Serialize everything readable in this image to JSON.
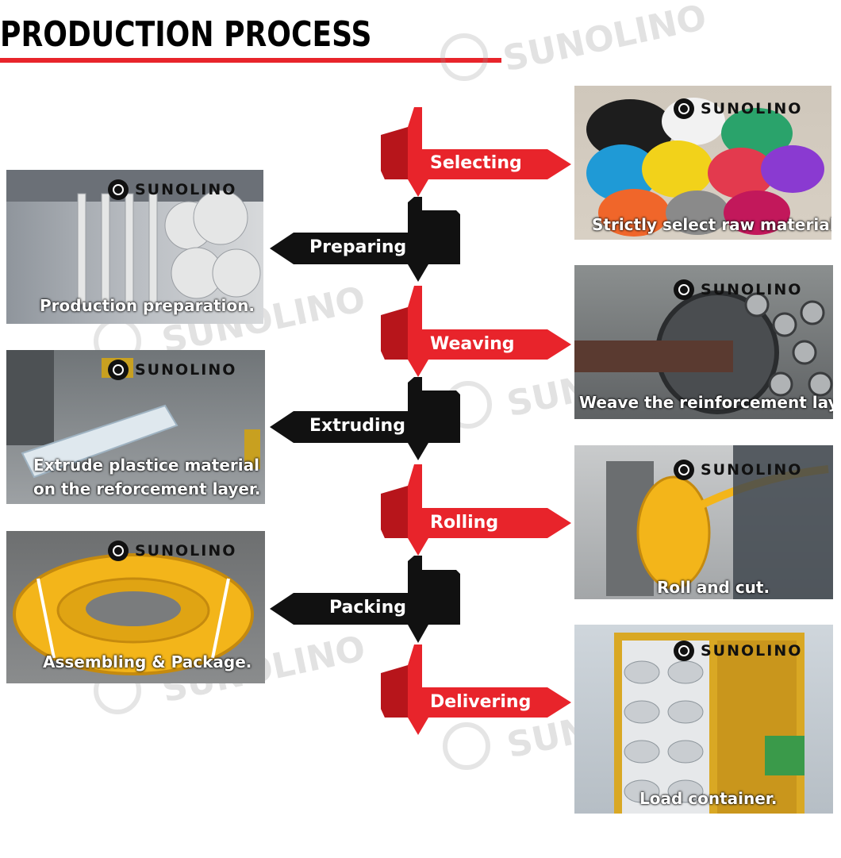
{
  "header": {
    "title": "PRODUCTION PROCESS"
  },
  "watermark": {
    "brand": "SUNOLINO"
  },
  "colors": {
    "red": "#e8242b",
    "black": "#111111"
  },
  "steps": [
    {
      "label": "Selecting",
      "color": "red",
      "caption": "Strictly select raw materials.",
      "brand": "SUNOLINO"
    },
    {
      "label": "Preparing",
      "color": "black",
      "caption": "Production preparation.",
      "brand": "SUNOLINO"
    },
    {
      "label": "Weaving",
      "color": "red",
      "caption": "Weave the reinforcement layer.",
      "brand": "SUNOLINO"
    },
    {
      "label": "Extruding",
      "color": "black",
      "caption1": "Extrude plastice material",
      "caption2": "on the reforcement layer.",
      "brand": "SUNOLINO"
    },
    {
      "label": "Rolling",
      "color": "red",
      "caption": "Roll and cut.",
      "brand": "SUNOLINO"
    },
    {
      "label": "Packing",
      "color": "black",
      "caption": "Assembling & Package.",
      "brand": "SUNOLINO"
    },
    {
      "label": "Delivering",
      "color": "red",
      "caption": "Load container.",
      "brand": "SUNOLINO"
    }
  ]
}
